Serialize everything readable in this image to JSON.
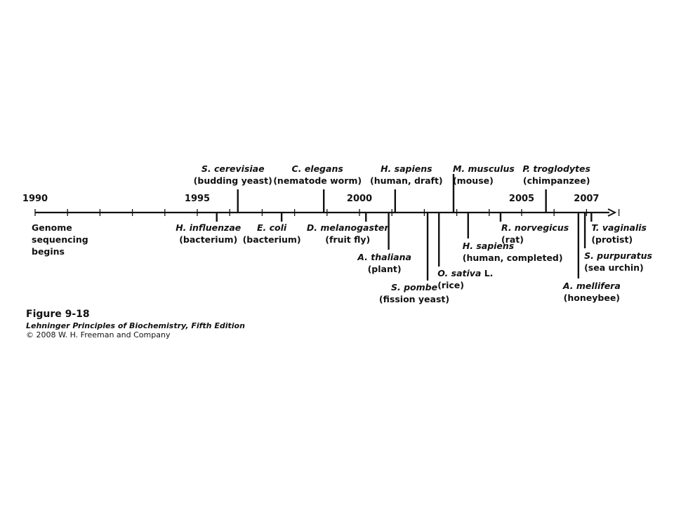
{
  "timeline": {
    "start_year": 1990,
    "end_year": 2008,
    "year_labels": [
      {
        "year": 1990,
        "text": "1990"
      },
      {
        "year": 1995,
        "text": "1995"
      },
      {
        "year": 2000,
        "text": "2000"
      },
      {
        "year": 2005,
        "text": "2005"
      },
      {
        "year": 2007,
        "text": "2007"
      }
    ],
    "events": [
      {
        "id": "genome-sequencing-begins",
        "year": 1990.0,
        "side": "below",
        "lines": [
          [
            {
              "t": "Genome",
              "i": false
            }
          ],
          [
            {
              "t": "sequencing",
              "i": false
            }
          ],
          [
            {
              "t": "begins",
              "i": false
            }
          ]
        ]
      },
      {
        "id": "h-influenzae",
        "year": 1995.6,
        "side": "below",
        "lines": [
          [
            {
              "t": "H. influenzae",
              "i": true
            }
          ],
          [
            {
              "t": "(bacterium)",
              "i": false
            }
          ]
        ]
      },
      {
        "id": "s-cerevisiae",
        "year": 1996.25,
        "side": "above",
        "lines": [
          [
            {
              "t": "S. cerevisiae",
              "i": true
            }
          ],
          [
            {
              "t": "(budding yeast)",
              "i": false
            }
          ]
        ]
      },
      {
        "id": "e-coli",
        "year": 1997.6,
        "side": "below",
        "lines": [
          [
            {
              "t": "E. coli",
              "i": true
            }
          ],
          [
            {
              "t": "(bacterium)",
              "i": false
            }
          ]
        ]
      },
      {
        "id": "c-elegans",
        "year": 1998.9,
        "side": "above",
        "lines": [
          [
            {
              "t": "C. elegans",
              "i": true
            }
          ],
          [
            {
              "t": "(nematode worm)",
              "i": false
            }
          ]
        ]
      },
      {
        "id": "d-melanogaster",
        "year": 2000.2,
        "side": "below",
        "lines": [
          [
            {
              "t": "D. melanogaster",
              "i": true
            }
          ],
          [
            {
              "t": "(fruit fly)",
              "i": false
            }
          ]
        ]
      },
      {
        "id": "a-thaliana",
        "year": 2000.9,
        "side": "below",
        "lines": [
          [
            {
              "t": "A. thaliana",
              "i": true
            }
          ],
          [
            {
              "t": "(plant)",
              "i": false
            }
          ]
        ]
      },
      {
        "id": "h-sapiens-draft",
        "year": 2001.1,
        "side": "above",
        "lines": [
          [
            {
              "t": "H. sapiens",
              "i": true
            }
          ],
          [
            {
              "t": "(human, draft)",
              "i": false
            }
          ]
        ]
      },
      {
        "id": "s-pombe",
        "year": 2002.1,
        "side": "below",
        "lines": [
          [
            {
              "t": "S. pombe",
              "i": true
            }
          ],
          [
            {
              "t": "(fission yeast)",
              "i": false
            }
          ]
        ]
      },
      {
        "id": "o-sativa",
        "year": 2002.45,
        "side": "below",
        "lines": [
          [
            {
              "t": "O. sativa",
              "i": true
            },
            {
              "t": " L.",
              "i": false
            }
          ],
          [
            {
              "t": "(rice)",
              "i": false
            }
          ]
        ]
      },
      {
        "id": "m-musculus",
        "year": 2002.9,
        "side": "above",
        "lines": [
          [
            {
              "t": "M. musculus",
              "i": true
            }
          ],
          [
            {
              "t": "(mouse)",
              "i": false
            }
          ]
        ]
      },
      {
        "id": "h-sapiens-completed",
        "year": 2003.35,
        "side": "below",
        "lines": [
          [
            {
              "t": "H. sapiens",
              "i": true
            }
          ],
          [
            {
              "t": "(human, completed)",
              "i": false
            }
          ]
        ]
      },
      {
        "id": "r-norvegicus",
        "year": 2004.35,
        "side": "below",
        "lines": [
          [
            {
              "t": "R. norvegicus",
              "i": true
            }
          ],
          [
            {
              "t": "(rat)",
              "i": false
            }
          ]
        ]
      },
      {
        "id": "p-troglodytes",
        "year": 2005.75,
        "side": "above",
        "lines": [
          [
            {
              "t": "P. troglodytes",
              "i": true
            }
          ],
          [
            {
              "t": "(chimpanzee)",
              "i": false
            }
          ]
        ]
      },
      {
        "id": "a-mellifera",
        "year": 2006.75,
        "side": "below",
        "lines": [
          [
            {
              "t": "A. mellifera",
              "i": true
            }
          ],
          [
            {
              "t": "(honeybee)",
              "i": false
            }
          ]
        ]
      },
      {
        "id": "s-purpuratus",
        "year": 2006.95,
        "side": "below",
        "lines": [
          [
            {
              "t": "S. purpuratus",
              "i": true
            }
          ],
          [
            {
              "t": "(sea urchin)",
              "i": false
            }
          ]
        ]
      },
      {
        "id": "t-vaginalis",
        "year": 2007.15,
        "side": "below",
        "lines": [
          [
            {
              "t": "T. vaginalis",
              "i": true
            }
          ],
          [
            {
              "t": "(protist)",
              "i": false
            }
          ]
        ]
      }
    ]
  },
  "caption": {
    "figure": "Figure 9-18",
    "book": "Lehninger Principles of Biochemistry, Fifth Edition",
    "copyright": "© 2008 W. H. Freeman and Company"
  }
}
